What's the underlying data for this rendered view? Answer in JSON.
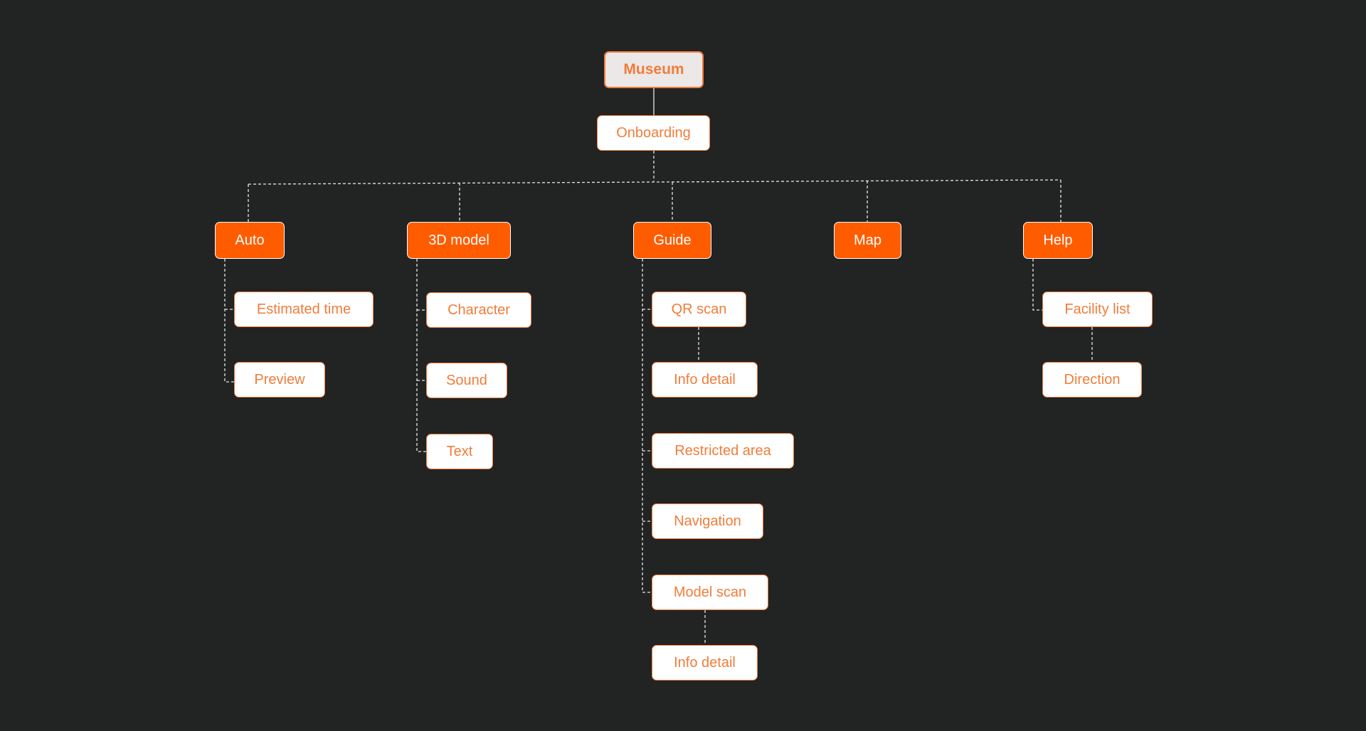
{
  "colors": {
    "background": "#222323",
    "accent": "#ff5c00",
    "accent_text": "#f07d3a",
    "node_light": "#ffffff",
    "node_root": "#ece8e8",
    "connector": "#e6e6e6"
  },
  "sitemap": {
    "root": "Museum",
    "onboarding": "Onboarding",
    "sections": {
      "auto": {
        "label": "Auto",
        "children": [
          "Estimated time",
          "Preview"
        ]
      },
      "model_3d": {
        "label": "3D model",
        "children": [
          "Character",
          "Sound",
          "Text"
        ]
      },
      "guide": {
        "label": "Guide",
        "children": [
          "QR scan",
          "Info detail",
          "Restricted area",
          "Navigation",
          "Model scan",
          "Info detail"
        ]
      },
      "map": {
        "label": "Map"
      },
      "help": {
        "label": "Help",
        "children": [
          "Facility list",
          "Direction"
        ]
      }
    }
  }
}
